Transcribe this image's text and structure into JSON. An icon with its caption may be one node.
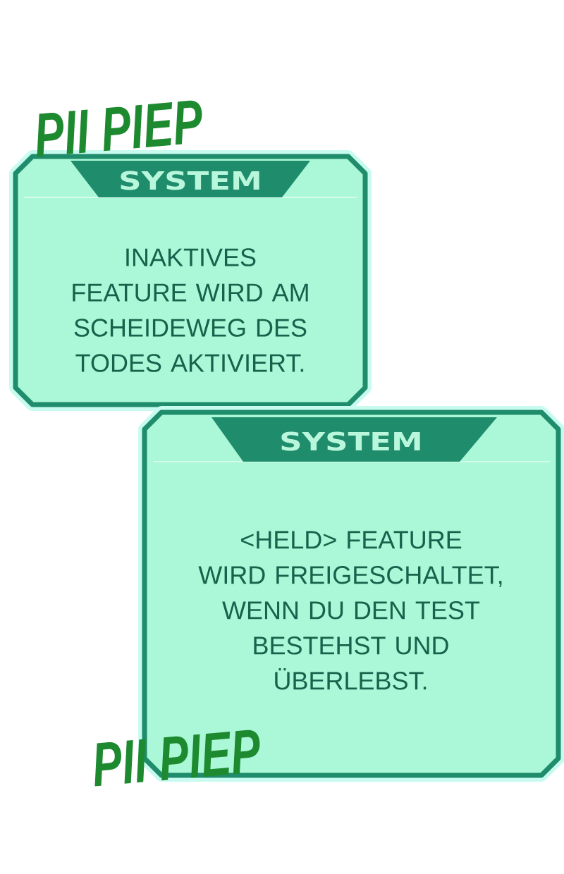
{
  "diagram": {
    "nodes": [
      {
        "text": [
          "SYSTEM",
          "INAKTIVES FEATURE WIRD AM SCHEIDEWEG DES TODES AKTIVIERT."
        ]
      },
      {
        "text": [
          "SYSTEM",
          "<HELD> FEATURE WIRD FREIGESCHALTET, WENN DU DEN TEST BESTEHST UND ÜBERLEBST."
        ]
      }
    ],
    "labels": [
      "PII PIEP",
      "PII PIEP"
    ]
  }
}
